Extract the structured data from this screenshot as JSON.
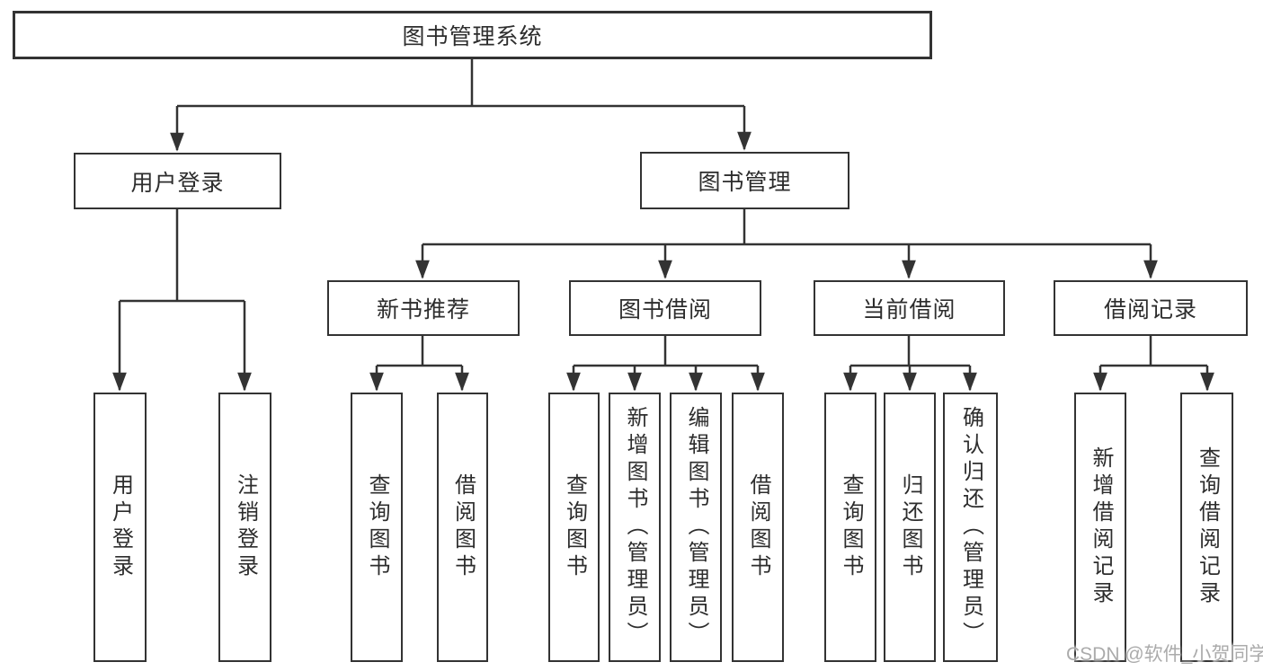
{
  "diagram": {
    "root": "图书管理系统",
    "level2": {
      "user_login": "用户登录",
      "book_management": "图书管理"
    },
    "level3": {
      "new_book": "新书推荐",
      "book_borrow": "图书借阅",
      "current_borrow": "当前借阅",
      "borrow_record": "借阅记录"
    },
    "leaves": {
      "user_login": [
        "用户登录",
        "注销登录"
      ],
      "new_book": [
        "查询图书",
        "借阅图书"
      ],
      "book_borrow": [
        "查询图书",
        "新增图书（管理员）",
        "编辑图书（管理员）",
        "借阅图书"
      ],
      "current_borrow": [
        "查询图书",
        "归还图书",
        "确认归还（管理员）"
      ],
      "borrow_record": [
        "新增借阅记录",
        "查询借阅记录"
      ]
    }
  },
  "watermark": {
    "text": "CSDN @软件_小贺同学"
  },
  "colors": {
    "line": "#333333",
    "box_border": "#333333",
    "box_fill": "#ffffff",
    "text": "#2d2d2d",
    "background": "#ffffff",
    "watermark": "#ababab"
  }
}
